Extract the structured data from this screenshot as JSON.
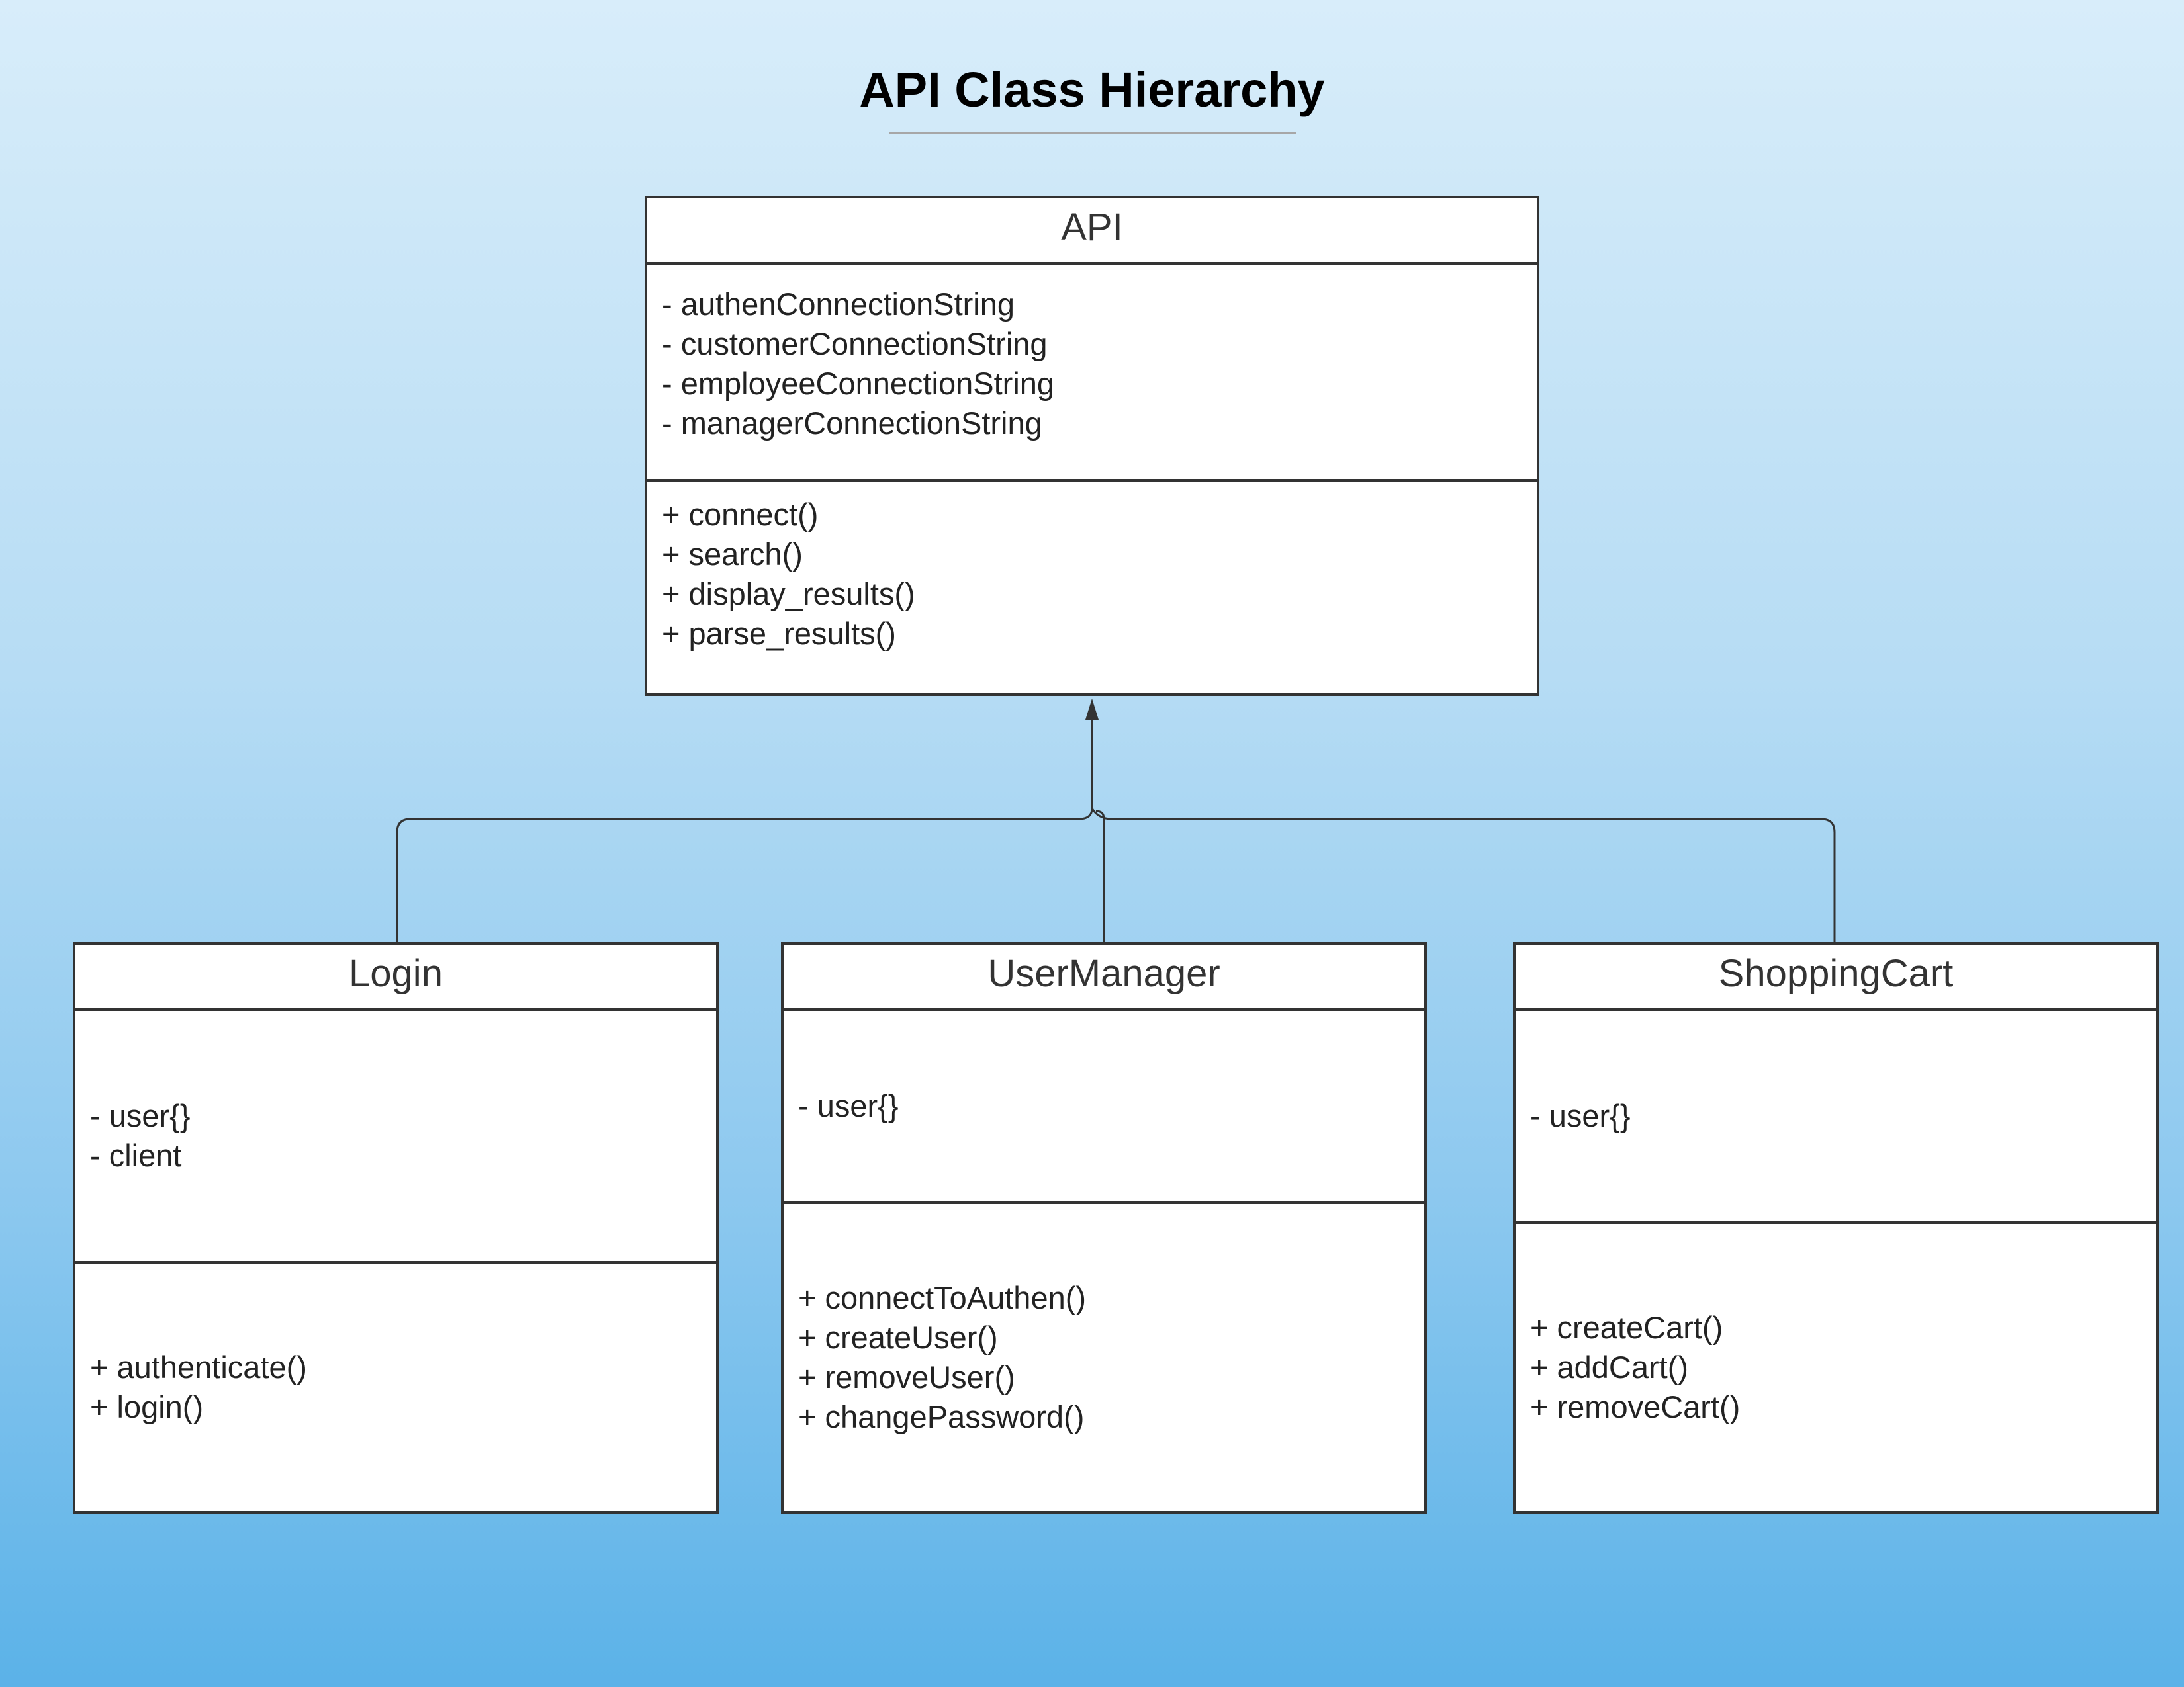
{
  "diagram": {
    "title": "API Class Hierarchy",
    "classes": {
      "api": {
        "name": "API",
        "attributes": [
          "- authenConnectionString",
          "- customerConnectionString",
          "- employeeConnectionString",
          "- managerConnectionString"
        ],
        "methods": [
          "+ connect()",
          "+ search()",
          "+ display_results()",
          "+ parse_results()"
        ]
      },
      "login": {
        "name": "Login",
        "attributes": [
          "- user{}",
          "- client"
        ],
        "methods": [
          "+ authenticate()",
          "+ login()"
        ]
      },
      "usermanager": {
        "name": "UserManager",
        "attributes": [
          "- user{}"
        ],
        "methods": [
          "+ connectToAuthen()",
          "+ createUser()",
          "+ removeUser()",
          "+ changePassword()"
        ]
      },
      "shoppingcart": {
        "name": "ShoppingCart",
        "attributes": [
          "- user{}"
        ],
        "methods": [
          "+ createCart()",
          "+ addCart()",
          "+ removeCart()"
        ]
      }
    },
    "relationships": [
      {
        "type": "inheritance",
        "from": "Login",
        "to": "API"
      },
      {
        "type": "inheritance",
        "from": "UserManager",
        "to": "API"
      },
      {
        "type": "inheritance",
        "from": "ShoppingCart",
        "to": "API"
      }
    ],
    "colors": {
      "background_top": "#d8edfa",
      "background_bottom": "#5bb2e8",
      "box_border": "#333333",
      "box_fill": "#ffffff"
    }
  }
}
